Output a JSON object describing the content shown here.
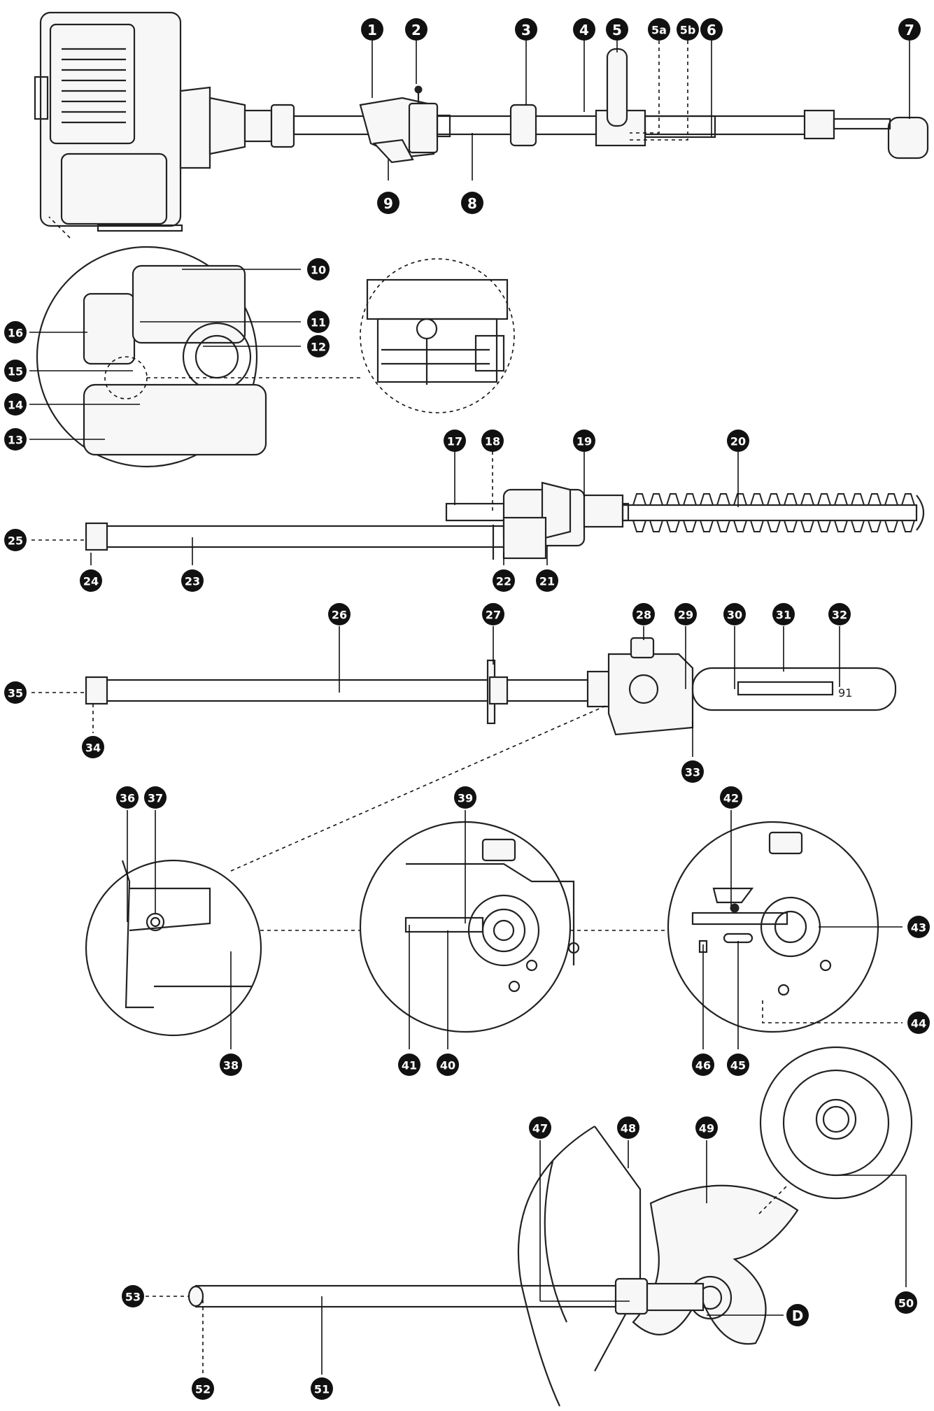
{
  "callouts": [
    {
      "id": "1",
      "label": "1"
    },
    {
      "id": "2",
      "label": "2"
    },
    {
      "id": "3",
      "label": "3"
    },
    {
      "id": "4",
      "label": "4"
    },
    {
      "id": "5",
      "label": "5"
    },
    {
      "id": "5a",
      "label": "5a"
    },
    {
      "id": "5b",
      "label": "5b"
    },
    {
      "id": "6",
      "label": "6"
    },
    {
      "id": "7",
      "label": "7"
    },
    {
      "id": "8",
      "label": "8"
    },
    {
      "id": "9",
      "label": "9"
    },
    {
      "id": "10",
      "label": "10"
    },
    {
      "id": "11",
      "label": "11"
    },
    {
      "id": "12",
      "label": "12"
    },
    {
      "id": "13",
      "label": "13"
    },
    {
      "id": "14",
      "label": "14"
    },
    {
      "id": "15",
      "label": "15"
    },
    {
      "id": "16",
      "label": "16"
    },
    {
      "id": "17",
      "label": "17"
    },
    {
      "id": "18",
      "label": "18"
    },
    {
      "id": "19",
      "label": "19"
    },
    {
      "id": "20",
      "label": "20"
    },
    {
      "id": "21",
      "label": "21"
    },
    {
      "id": "22",
      "label": "22"
    },
    {
      "id": "23",
      "label": "23"
    },
    {
      "id": "24",
      "label": "24"
    },
    {
      "id": "25",
      "label": "25"
    },
    {
      "id": "26",
      "label": "26"
    },
    {
      "id": "27",
      "label": "27"
    },
    {
      "id": "28",
      "label": "28"
    },
    {
      "id": "29",
      "label": "29"
    },
    {
      "id": "30",
      "label": "30"
    },
    {
      "id": "31",
      "label": "31"
    },
    {
      "id": "32",
      "label": "32"
    },
    {
      "id": "33",
      "label": "33"
    },
    {
      "id": "34",
      "label": "34"
    },
    {
      "id": "35",
      "label": "35"
    },
    {
      "id": "36",
      "label": "36"
    },
    {
      "id": "37",
      "label": "37"
    },
    {
      "id": "38",
      "label": "38"
    },
    {
      "id": "39",
      "label": "39"
    },
    {
      "id": "40",
      "label": "40"
    },
    {
      "id": "41",
      "label": "41"
    },
    {
      "id": "42",
      "label": "42"
    },
    {
      "id": "43",
      "label": "43"
    },
    {
      "id": "44",
      "label": "44"
    },
    {
      "id": "45",
      "label": "45"
    },
    {
      "id": "46",
      "label": "46"
    },
    {
      "id": "47",
      "label": "47"
    },
    {
      "id": "48",
      "label": "48"
    },
    {
      "id": "49",
      "label": "49"
    },
    {
      "id": "50",
      "label": "50"
    },
    {
      "id": "51",
      "label": "51"
    },
    {
      "id": "52",
      "label": "52"
    },
    {
      "id": "53",
      "label": "53"
    },
    {
      "id": "D",
      "label": "D"
    }
  ],
  "bar_marking": "91"
}
